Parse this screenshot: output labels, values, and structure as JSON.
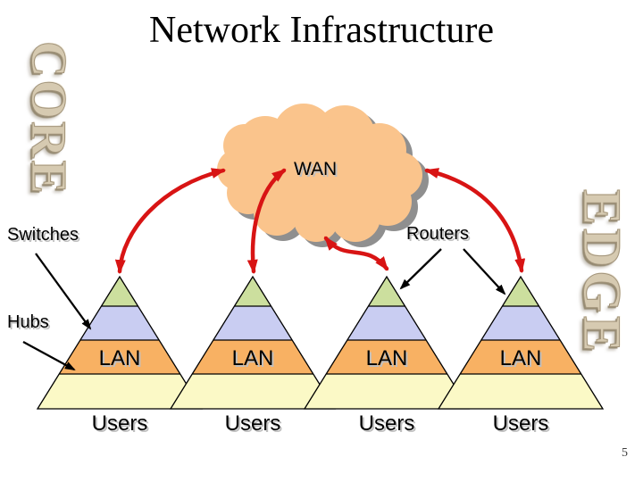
{
  "slide": {
    "title": "Network Infrastructure",
    "page_number": "5"
  },
  "side_words": {
    "left": "CORE",
    "right": "EDGE"
  },
  "cloud": {
    "label": "WAN"
  },
  "callouts": {
    "switches": "Switches",
    "routers": "Routers",
    "hubs": "Hubs"
  },
  "pyramids": {
    "lan_label": "LAN",
    "users_label": "Users"
  },
  "colors": {
    "top_green": "#ccdf9e",
    "switch_lavender": "#c9cdf2",
    "lan_orange": "#f8b163",
    "users_yellow": "#fbf9c6",
    "cloud_peach": "#fac48c",
    "cloud_shadow": "#8f8f8f",
    "arrow_red": "#d81414",
    "line_black": "#000000"
  }
}
